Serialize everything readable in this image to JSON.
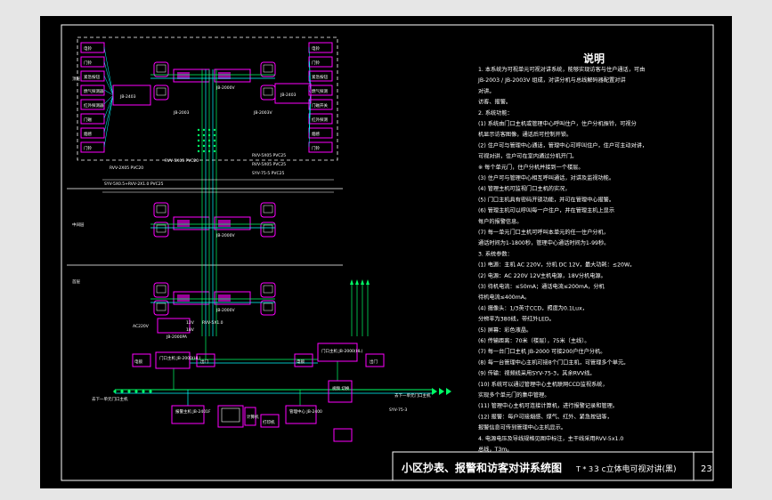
{
  "notes": {
    "title": "说明",
    "lines": [
      "1. 本系统为可视单元可视对讲系统，能够实现访客与住户通话，可由",
      "JB-2003 / JB-2003V 组成，对讲分机与总线解码器配置对讲",
      "对讲。",
      "   访客、报警。",
      "2. 系统功能：",
      "(1) 系统由门口主机或管理中心呼叫住户，住户分机振铃，可视分",
      "机显示访客图像，通话后可控制开锁。",
      "(2) 住户可与管理中心通话，管理中心可呼叫住户，住户可主动对讲，",
      "可视对讲，住户可在室内通过分机开门。",
      "   ※ 每个单元门，住户分机并接到一个楼层。",
      "(3) 住户可与管理中心相互呼叫通话，对讲及监视功能。",
      "(4) 管理主机可监视门口主机的实况，",
      "(5) 门口主机具有密码开锁功能，并可在管理中心报警。",
      "(6) 管理主机可以呼叫每一户住户，并在管理主机上显示",
      "   每户的报警信息。",
      "(7) 每一单元门口主机可呼叫本单元的任一住户分机，",
      "   通话时间为1-1800秒，管理中心通话时间为1-99秒。",
      "3. 系统参数：",
      "(1) 电源：主机 AC 220V，分机 DC 12V，最大功耗：≤20W。",
      "(2) 电源：AC 220V          12V主机电源，18V分机电源。",
      "(3) 待机电流：≤50mA；通话电流≤200mA，分机",
      "   待机电流≤400mA。",
      "(4) 摄像头：1/3英寸CCD，照度为0.1Lux，",
      "   分辨率为380线，带红外LED。",
      "(5) 屏幕：彩色液晶。",
      "(6) 传输距离：70米（楼层），75米（主线）。",
      "(7) 每一台门口主机 JB-2000 可接200户住户分机。",
      "(8) 每一台管理中心主机可接8个门口主机，可管理多个单元。",
      "(9) 传输：视频线采用SYV-75-3，其余RVV线。",
      "(10) 系统可以通过管理中心主机联网CCD监视系统，",
      "   实现多个单元门的集中管理。",
      "(11) 管理中心主机可连接计算机，进行报警记录和管理。",
      "(12) 报警：每户可接烟感、煤气、红外、紧急按钮等，",
      "   报警信息可传到管理中心主机显示。",
      "4. 电源电压及导线规格见图中标注，主干线采用RVV-5x1.0",
      "   总线，T3m。"
    ]
  },
  "title_block": {
    "drawing_title": "小区抄表、报警和访客对讲系统图",
    "scale_label": "T * 3",
    "extra_label": "3 c立体电可视对讲(黑)",
    "sheet_number": "23"
  },
  "diagram": {
    "floor_labels": [
      "顶层",
      "中间层",
      "首层"
    ],
    "floor_top_left_items": [
      "电铃",
      "门铃",
      "紧急按钮",
      "燃气探测器",
      "红外探测器",
      "门磁",
      "烟感",
      "门铃"
    ],
    "floor_top_right_items": [
      "电铃",
      "门铃",
      "紧急按钮",
      "燃气探测",
      "门磁开关",
      "红外探测",
      "烟感",
      "门铃"
    ],
    "left_decoder": "JB-2403",
    "right_decoder": "JB-2403",
    "mid_decoder": "JB-2000V",
    "left_phone_label": "JB-2003",
    "right_phone_label": "JB-2003V",
    "floor2_decoder": "JB-2000V",
    "floor3_decoder": "JB-2000V",
    "cable_labels": [
      "RVV-5X05 PVC20",
      "RVV-2X05 PVC20",
      "RVV-5X05 PVC25",
      "RVV-5X05 PVC25",
      "SYV-75-5 PVC25",
      "SYV-5X0.5+RVV-2X1.0 PVC25"
    ],
    "power_label": "AC220V",
    "power_unit": "JB-2000PA",
    "v12": "12V",
    "v18": "18V",
    "door_main_left": "门口主机\nJB-2000(HL)",
    "door_main_right": "门口主机\nJB-2000(HL)",
    "lock_label": "电锁",
    "elec_lock": "电锁",
    "unlock_btn": "出门",
    "mgmt_center": "管理中心\nJB-2400",
    "pc_unit": "计算机",
    "printer": "打印机",
    "switcher": "视频\n切换",
    "alarm_pc": "报警主机\nJB-2401F",
    "branch_left": "去下一单元门口主机",
    "branch_right": "去下一单元门口主机",
    "syv_label": "SYV-75-3",
    "misc_label": "RVV-5X1.0"
  },
  "colors": {
    "box": "#ff00ff",
    "line_green": "#00ff66",
    "line_cyan": "#00ffff",
    "line_white": "#ffffff",
    "line_yellow": "#ffff00"
  }
}
